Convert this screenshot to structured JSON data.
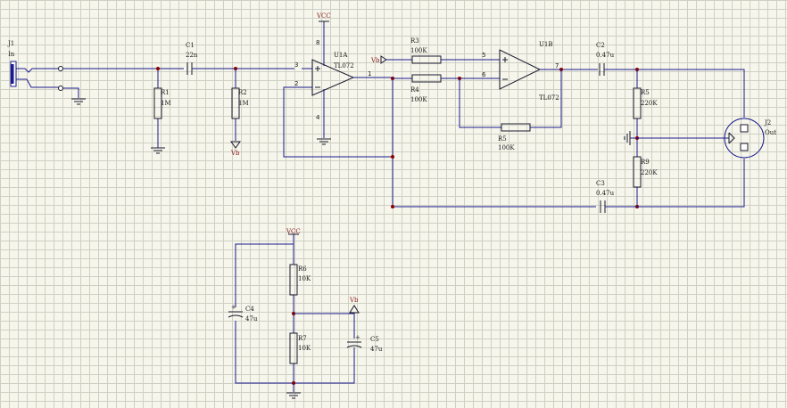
{
  "nets": {
    "vcc": "VCC",
    "vb": "Vb"
  },
  "signs": {
    "plus": "+"
  },
  "pins": {
    "u1a_p3": "3",
    "u1a_p2": "2",
    "u1a_p1": "1",
    "u1a_p8": "8",
    "u1a_p4": "4",
    "u1b_p5": "5",
    "u1b_p6": "6",
    "u1b_p7": "7"
  },
  "parts": {
    "j1": {
      "ref": "J1",
      "value": "In"
    },
    "j2": {
      "ref": "J2",
      "value": "Out"
    },
    "c1": {
      "ref": "C1",
      "value": "22n"
    },
    "c2": {
      "ref": "C2",
      "value": "0.47u"
    },
    "c3": {
      "ref": "C3",
      "value": "0.47u"
    },
    "c4": {
      "ref": "C4",
      "value": "47u"
    },
    "c5": {
      "ref": "C5",
      "value": "47u"
    },
    "r1": {
      "ref": "R1",
      "value": "1M"
    },
    "r2": {
      "ref": "R2",
      "value": "1M"
    },
    "r3": {
      "ref": "R3",
      "value": "100K"
    },
    "r4": {
      "ref": "R4",
      "value": "100K"
    },
    "r5b": {
      "ref": "R5",
      "value": "100K"
    },
    "r5": {
      "ref": "R5",
      "value": "220K"
    },
    "r9": {
      "ref": "R9",
      "value": "220K"
    },
    "r6": {
      "ref": "R6",
      "value": "10K"
    },
    "r7": {
      "ref": "R7",
      "value": "10K"
    },
    "u1a": {
      "ref": "U1A",
      "value": "TL072"
    },
    "u1b": {
      "ref": "U1B",
      "value": "TL072"
    }
  }
}
